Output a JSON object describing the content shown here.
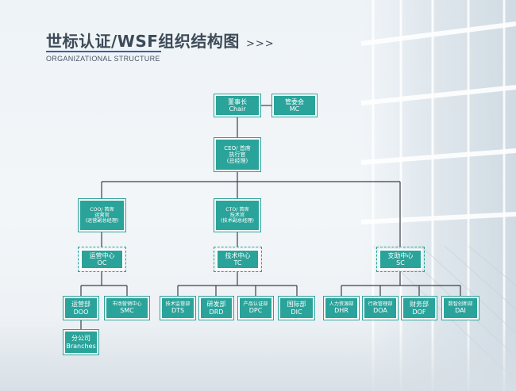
{
  "header": {
    "title": "世标认证/WSF组织结构图",
    "arrows": ">>>",
    "subtitle": "ORGANIZATIONAL STRUCTURE"
  },
  "colors": {
    "box_fill": "#2aa39a",
    "box_border": "#ffffff",
    "connector": "#3b4048",
    "title": "#3d4a57",
    "underline": "#3a5fa0"
  },
  "nodes": {
    "chair": {
      "line1": "董事长",
      "line2": "Chair"
    },
    "mc": {
      "line1": "管委会",
      "line2": "MC"
    },
    "ceo": {
      "line1": "CEO/ 首席",
      "line2": "执行官",
      "line3": "(总经理)"
    },
    "coo": {
      "line1": "COO/ 首席",
      "line2": "运营官",
      "line3": "(运营副总经理)"
    },
    "cto": {
      "line1": "CTO/ 首席",
      "line2": "技术官",
      "line3": "(技术副总经理)"
    },
    "oc": {
      "line1": "运营中心",
      "line2": "OC"
    },
    "tc": {
      "line1": "技术中心",
      "line2": "TC"
    },
    "sc": {
      "line1": "支助中心",
      "line2": "SC"
    },
    "doo": {
      "line1": "运营部",
      "line2": "DOO"
    },
    "smc": {
      "line1": "市场营销中心",
      "line2": "SMC"
    },
    "branches": {
      "line1": "分公司",
      "line2": "Branches"
    },
    "dts": {
      "line1": "技术监管部",
      "line2": "DTS"
    },
    "drd": {
      "line1": "研发部",
      "line2": "DRD"
    },
    "dpc": {
      "line1": "产品认证部",
      "line2": "DPC"
    },
    "dic": {
      "line1": "国际部",
      "line2": "DIC"
    },
    "dhr": {
      "line1": "人力资源部",
      "line2": "DHR"
    },
    "doa": {
      "line1": "行政管理部",
      "line2": "DOA"
    },
    "dof": {
      "line1": "财务部",
      "line2": "DOF"
    },
    "dai": {
      "line1": "数智创新部",
      "line2": "DAI"
    }
  }
}
